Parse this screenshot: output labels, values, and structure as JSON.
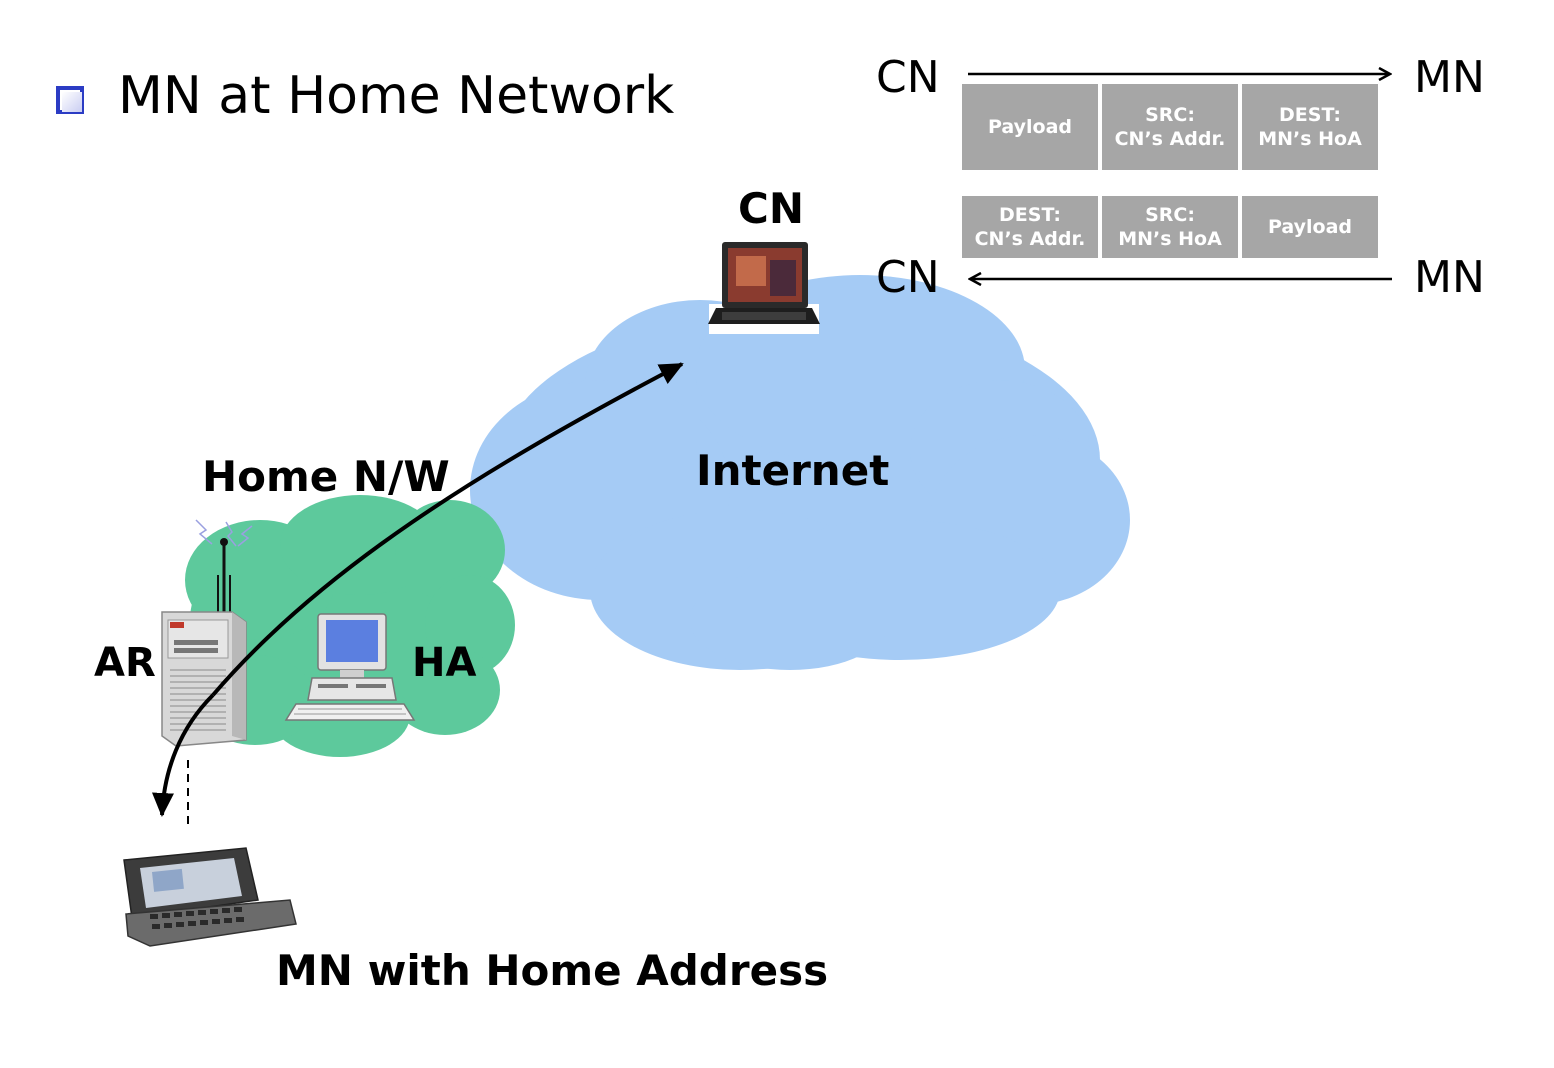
{
  "slide": {
    "bullet_text": "MN at Home Network"
  },
  "packet_flow": {
    "outbound": {
      "from": "CN",
      "to": "MN",
      "fields": [
        {
          "line1": "Payload",
          "line2": ""
        },
        {
          "line1": "SRC:",
          "line2": "CN’s Addr."
        },
        {
          "line1": "DEST:",
          "line2": "MN’s HoA"
        }
      ]
    },
    "inbound": {
      "from": "CN",
      "to": "MN",
      "fields": [
        {
          "line1": "DEST:",
          "line2": "CN’s Addr."
        },
        {
          "line1": "SRC:",
          "line2": "MN’s HoA"
        },
        {
          "line1": "Payload",
          "line2": ""
        }
      ]
    },
    "field_color": "#a6a6a6"
  },
  "diagram": {
    "cn_label": "CN",
    "internet_label": "Internet",
    "home_nw_label": "Home N/W",
    "ar_label": "AR",
    "ha_label": "HA",
    "mn_label": "MN with Home Address",
    "internet_cloud_color": "#a5cbf5",
    "home_cloud_color": "#5dc99c",
    "bullet_color": "#2b3cc4"
  }
}
